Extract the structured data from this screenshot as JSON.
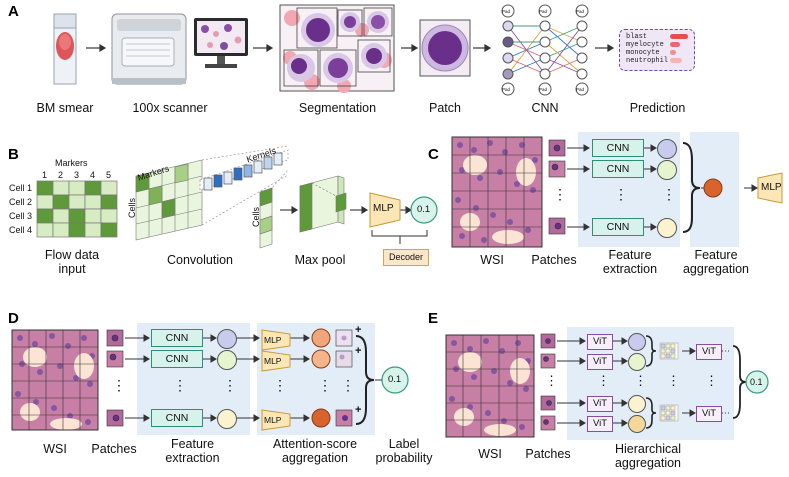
{
  "panels": {
    "A": {
      "letter": "A",
      "steps": [
        "BM smear",
        "100x scanner",
        "Segmentation",
        "Patch",
        "CNN",
        "Prediction"
      ],
      "cnn_nodes_label": "Pad",
      "predictions": [
        "blast",
        "myelocyte",
        "monocyte",
        "neutrophil"
      ]
    },
    "B": {
      "letter": "B",
      "markers_title": "Markers",
      "marker_numbers": [
        "1",
        "2",
        "3",
        "4",
        "5"
      ],
      "cells": [
        "Cell 1",
        "Cell 2",
        "Cell 3",
        "Cell 4"
      ],
      "input_label": "Flow data input",
      "conv_markers": "Markers",
      "conv_cells": "Cells",
      "kernels": "Kernels",
      "pool_cells": "Cells",
      "convolution": "Convolution",
      "max_pool": "Max pool",
      "mlp": "MLP",
      "output": "0.1",
      "decoder": "Decoder"
    },
    "C": {
      "letter": "C",
      "wsi": "WSI",
      "patches": "Patches",
      "cnn": "CNN",
      "dots": "⋮",
      "feature_extraction": "Feature extraction",
      "feature_aggregation": "Feature aggregation",
      "mlp": "MLP"
    },
    "D": {
      "letter": "D",
      "wsi": "WSI",
      "patches": "Patches",
      "cnn": "CNN",
      "mlp": "MLP",
      "plus": "+",
      "output": "0.1",
      "feature_extraction": "Feature extraction",
      "attention": "Attention-score aggregation",
      "label_probability": "Label probability"
    },
    "E": {
      "letter": "E",
      "wsi": "WSI",
      "patches": "Patches",
      "vit": "ViT",
      "output": "0.1",
      "hierarchical": "Hierarchical aggregation"
    }
  },
  "colors": {
    "blue_panel": "#e3edf8",
    "cnn_fill": "#d6f2ea",
    "mlp_fill": "#fbe7b5",
    "output_fill": "#d8f3ea",
    "green_dark": "#5f9a3a",
    "green_light": "#d8ecc4",
    "orange": "#e8a070",
    "orange_dark": "#d9632d",
    "lavender": "#c9cbee",
    "light_green_circle": "#e6f5cf",
    "yellow_circle": "#fbf3d0",
    "tissue_pink": "#c77fa6",
    "tissue_purple": "#7b4fa0"
  }
}
